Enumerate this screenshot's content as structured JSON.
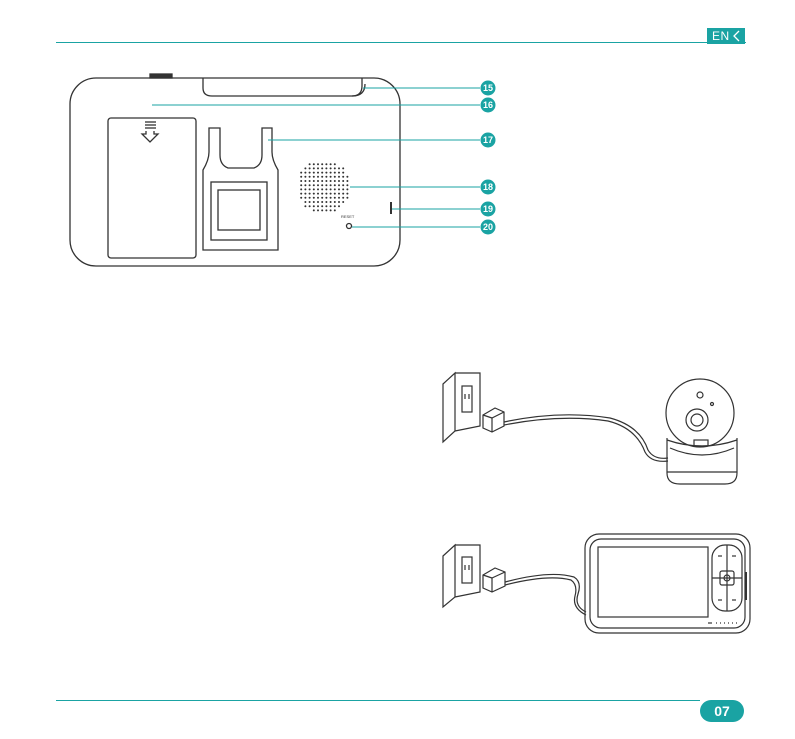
{
  "header": {
    "language": "EN"
  },
  "callouts": [
    "15",
    "16",
    "17",
    "18",
    "19",
    "20"
  ],
  "device_labels": {
    "reset": "RESET"
  },
  "footer": {
    "page_number": "07"
  },
  "colors": {
    "accent": "#1aa3a3",
    "line_art": "#333333"
  }
}
